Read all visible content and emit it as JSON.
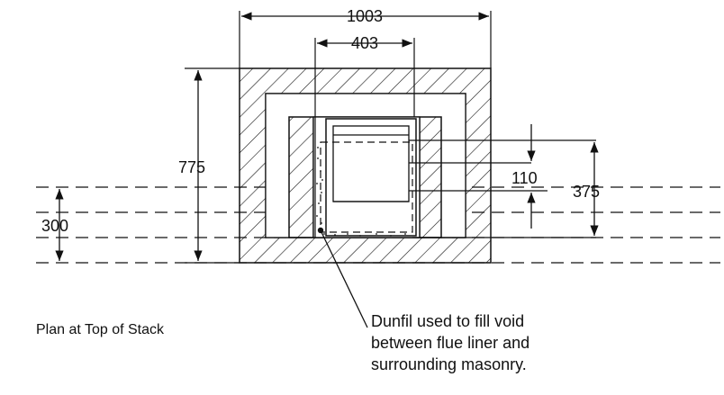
{
  "dimensions": {
    "overall_width": "1003",
    "inner_width": "403",
    "overall_depth": "775",
    "course_height": "300",
    "offset": "110",
    "liner_depth": "375"
  },
  "caption": "Plan at Top of Stack",
  "note": {
    "line1": "Dunfil used to fill void",
    "line2": "between flue liner and",
    "line3": "surrounding masonry."
  },
  "colors": {
    "line": "#111111",
    "background": "#ffffff"
  }
}
